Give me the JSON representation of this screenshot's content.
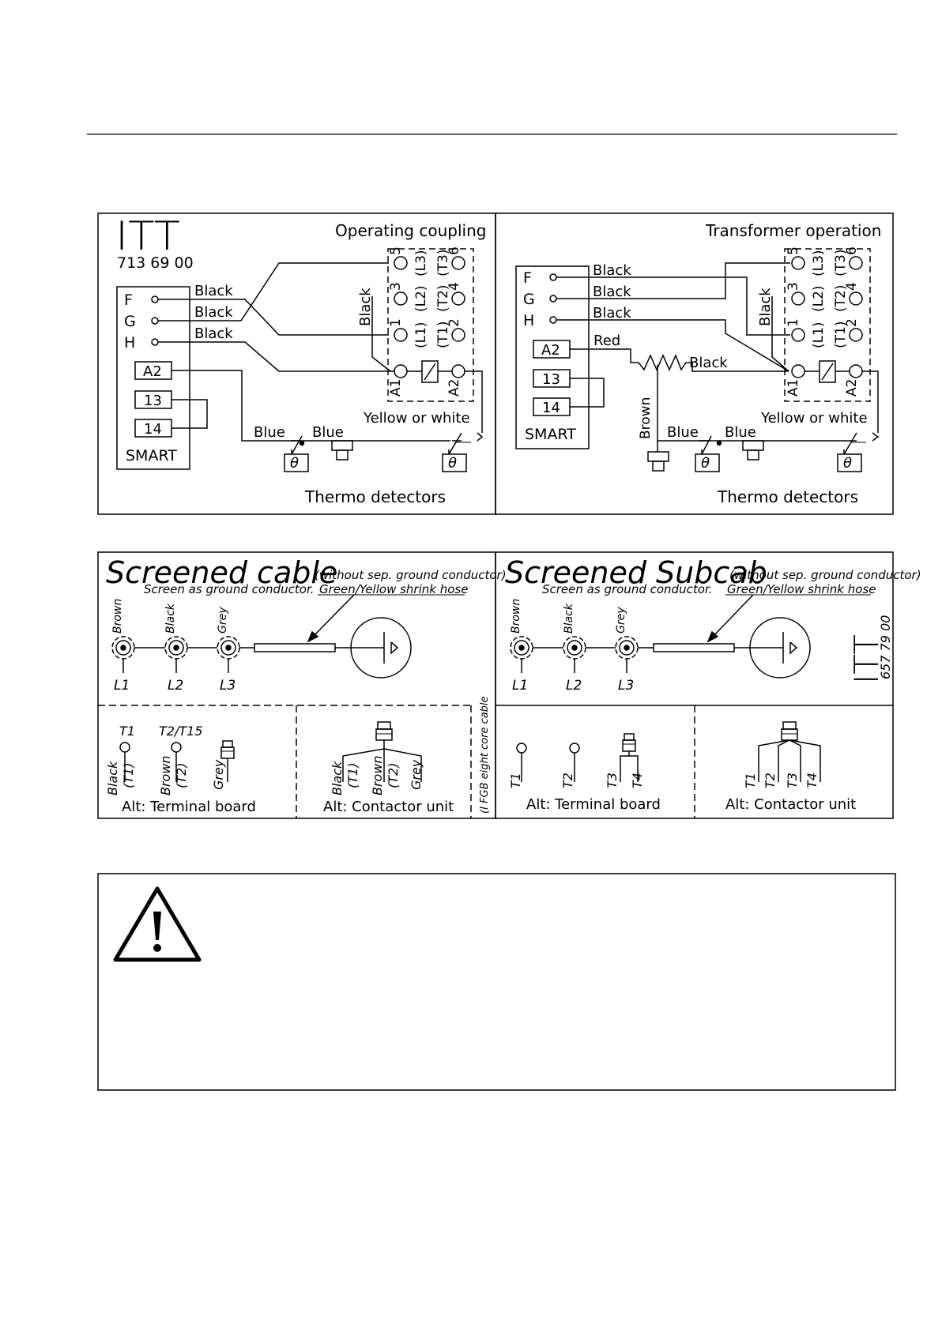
{
  "panel_a": {
    "brand": "ITT",
    "part_no": "713 69 00",
    "title": "Operating coupling",
    "smart": "SMART",
    "f": "F",
    "g": "G",
    "h": "H",
    "a2": "A2",
    "t13": "13",
    "t14": "14",
    "wire_f": "Black",
    "wire_g": "Black",
    "wire_h": "Black",
    "wire_vert": "Black",
    "blue1": "Blue",
    "blue2": "Blue",
    "yellow": "Yellow or white",
    "thermo": "Thermo detectors",
    "theta": "θ",
    "c5": "5",
    "c3": "3",
    "c1": "1",
    "c6": "6",
    "c4": "4",
    "c2": "2",
    "l3": "(L3)",
    "l2": "(L2)",
    "l1": "(L1)",
    "t3": "(T3)",
    "t2": "(T2)",
    "t1": "(T1)",
    "ca1": "A1",
    "ca2": "A2"
  },
  "panel_b": {
    "title": "Transformer operation",
    "smart": "SMART",
    "f": "F",
    "g": "G",
    "h": "H",
    "a2": "A2",
    "t13": "13",
    "t14": "14",
    "wire_f": "Black",
    "wire_g": "Black",
    "wire_h": "Black",
    "red": "Red",
    "black_res": "Black",
    "wire_vert": "Black",
    "brown": "Brown",
    "blue1": "Blue",
    "blue2": "Blue",
    "yellow": "Yellow or white",
    "thermo": "Thermo detectors",
    "theta": "θ",
    "c5": "5",
    "c3": "3",
    "c1": "1",
    "c6": "6",
    "c4": "4",
    "c2": "2",
    "l3": "(L3)",
    "l2": "(L2)",
    "l1": "(L1)",
    "t3": "(T3)",
    "t2": "(T2)",
    "t1": "(T1)",
    "ca1": "A1",
    "ca2": "A2"
  },
  "panel_c": {
    "title": "Screened cable",
    "note": "(without sep. ground conductor)",
    "sub1": "Screen as ground conductor.",
    "sub2": "Green/Yellow shrink hose",
    "brown": "Brown",
    "black": "Black",
    "grey": "Grey",
    "l1": "L1",
    "l2": "L2",
    "l3": "L3",
    "tb_t1": "T1",
    "tb_t2": "T2/T15",
    "tb_black": "Black",
    "tb_t1p": "(T1)",
    "tb_brown": "Brown",
    "tb_t2p": "(T2)",
    "tb_grey": "Grey",
    "alt_tb": "Alt: Terminal board",
    "cu_black": "Black",
    "cu_t1p": "(T1)",
    "cu_brown": "Brown",
    "cu_t2p": "(T2)",
    "cu_grey": "Grey",
    "alt_cu": "Alt: Contactor unit",
    "fgb": "(I FGB eight core cable"
  },
  "panel_d": {
    "title": "Screened Subcab",
    "note": "(without sep. ground conductor)",
    "sub1": "Screen as ground conductor.",
    "sub2": "Green/Yellow shrink hose",
    "brown": "Brown",
    "black": "Black",
    "grey": "Grey",
    "l1": "L1",
    "l2": "L2",
    "l3": "L3",
    "brand": "ITT",
    "part_no": "657 79 00",
    "tb_t1": "T1",
    "tb_t2": "T2",
    "tb_t3": "T3",
    "tb_t4": "T4",
    "alt_tb": "Alt: Terminal board",
    "cu_t1": "T1",
    "cu_t2": "T2",
    "cu_t3": "T3",
    "cu_t4": "T4",
    "alt_cu": "Alt: Contactor unit"
  }
}
